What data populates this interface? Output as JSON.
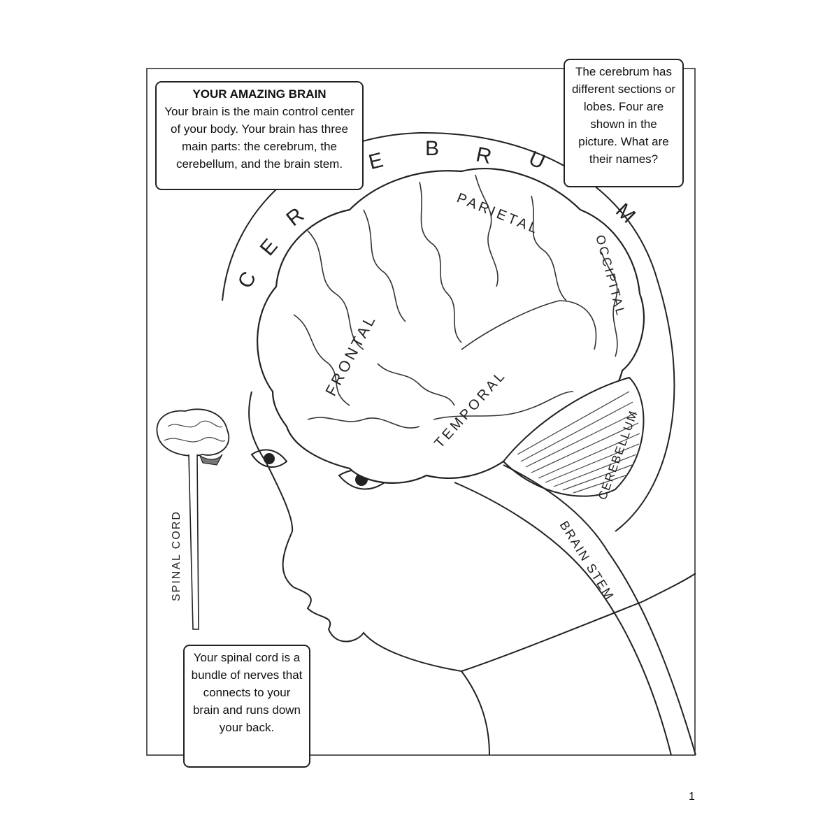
{
  "intro": {
    "title": "YOUR AMAZING BRAIN",
    "body": "Your brain is the main control center of your body. Your brain has three main parts: the cerebrum, the cerebellum, and the brain stem."
  },
  "cerebrum_note": "The cerebrum has different sections or lobes. Four are shown in the picture. What are their names?",
  "spinal_note": "Your spinal cord is a bundle of nerves that connects to your brain and runs down your back.",
  "labels": {
    "cerebrum_letters": [
      "C",
      "E",
      "R",
      "E",
      "B",
      "R",
      "U",
      "M"
    ],
    "frontal": "FRONTAL",
    "parietal": "PARIETAL",
    "occipital": "OCCIPITAL",
    "temporal": "TEMPORAL",
    "cerebellum": "CEREBELLUM",
    "brain_stem": "BRAIN STEM",
    "spinal_cord": "SPINAL CORD"
  },
  "page_number": "1"
}
